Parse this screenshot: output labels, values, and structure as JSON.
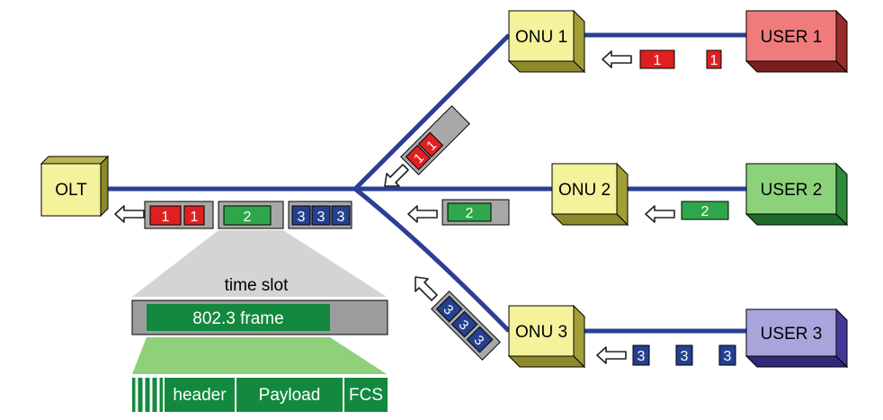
{
  "nodes": {
    "olt": "OLT",
    "onu1": "ONU 1",
    "onu2": "ONU 2",
    "onu3": "ONU 3",
    "user1": "USER 1",
    "user2": "USER 2",
    "user3": "USER 3"
  },
  "packets": {
    "one": "1",
    "two": "2",
    "three": "3"
  },
  "detail": {
    "time_slot": "time slot",
    "frame": "802.3 frame",
    "header": "header",
    "payload": "Payload",
    "fcs": "FCS"
  },
  "colors": {
    "fiber": "#2b3f97",
    "onu_box": "#f4f29a",
    "user1": "#ef7b7b",
    "user2": "#8bd27a",
    "user3": "#a9a4dc",
    "packet1": "#e02020",
    "packet2": "#2fa64b",
    "packet3": "#24408f",
    "frame_green": "#13893f"
  }
}
